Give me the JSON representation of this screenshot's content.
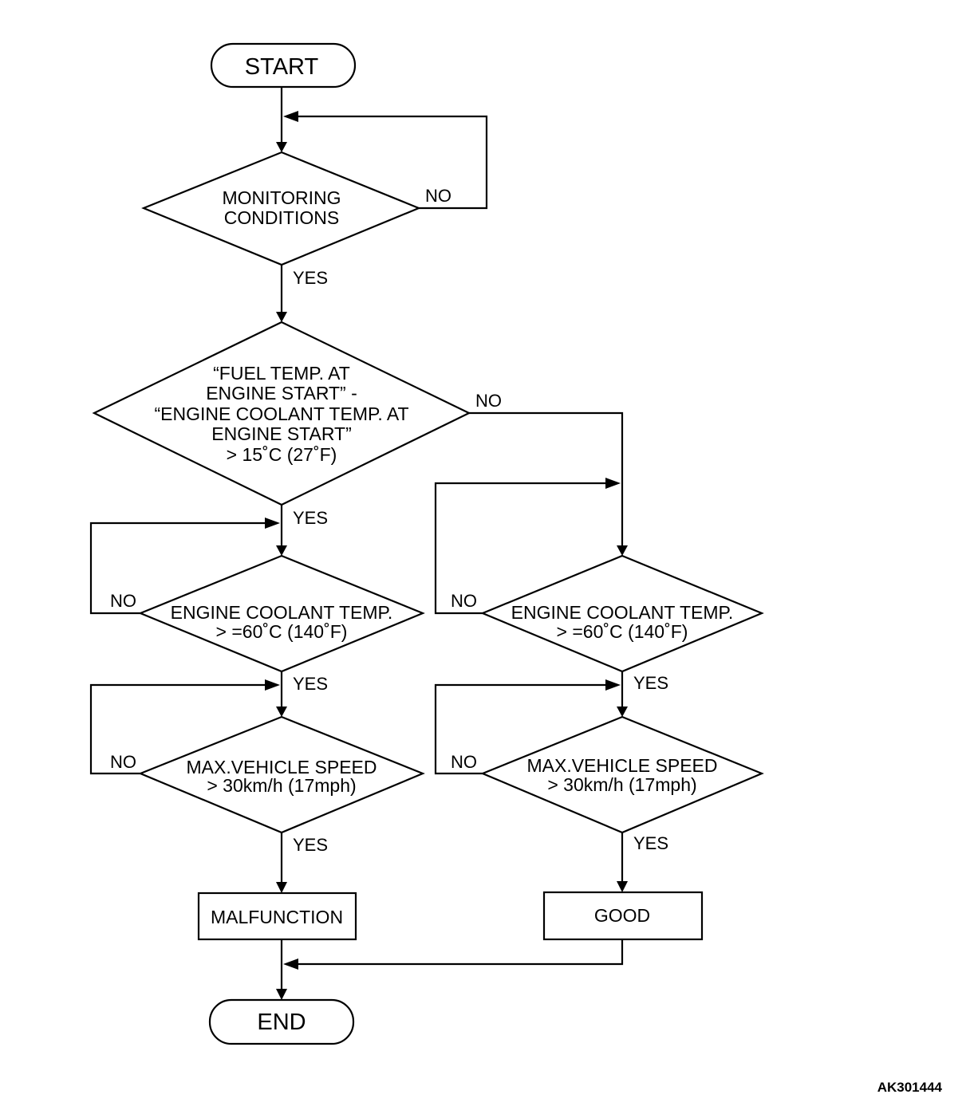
{
  "terminals": {
    "start": "START",
    "end": "END"
  },
  "decisions": {
    "monitoring": [
      "MONITORING",
      "CONDITIONS"
    ],
    "fuel_temp": [
      "“FUEL TEMP. AT",
      "ENGINE START” -",
      "“ENGINE COOLANT TEMP. AT",
      "ENGINE START”",
      "> 15˚C (27˚F)"
    ],
    "coolant_left": [
      "ENGINE COOLANT TEMP.",
      "> =60˚C (140˚F)"
    ],
    "coolant_right": [
      "ENGINE COOLANT TEMP.",
      "> =60˚C (140˚F)"
    ],
    "speed_left": [
      "MAX.VEHICLE SPEED",
      "> 30km/h (17mph)"
    ],
    "speed_right": [
      "MAX.VEHICLE SPEED",
      "> 30km/h (17mph)"
    ]
  },
  "results": {
    "malfunction": "MALFUNCTION",
    "good": "GOOD"
  },
  "branch_labels": {
    "monitoring_no": "NO",
    "monitoring_yes": "YES",
    "fuel_temp_no": "NO",
    "fuel_temp_yes": "YES",
    "coolant_left_no": "NO",
    "coolant_left_yes": "YES",
    "coolant_right_no": "NO",
    "coolant_right_yes": "YES",
    "speed_left_no": "NO",
    "speed_left_yes": "YES",
    "speed_right_no": "NO",
    "speed_right_yes": "YES"
  },
  "figure_code": "AK301444"
}
